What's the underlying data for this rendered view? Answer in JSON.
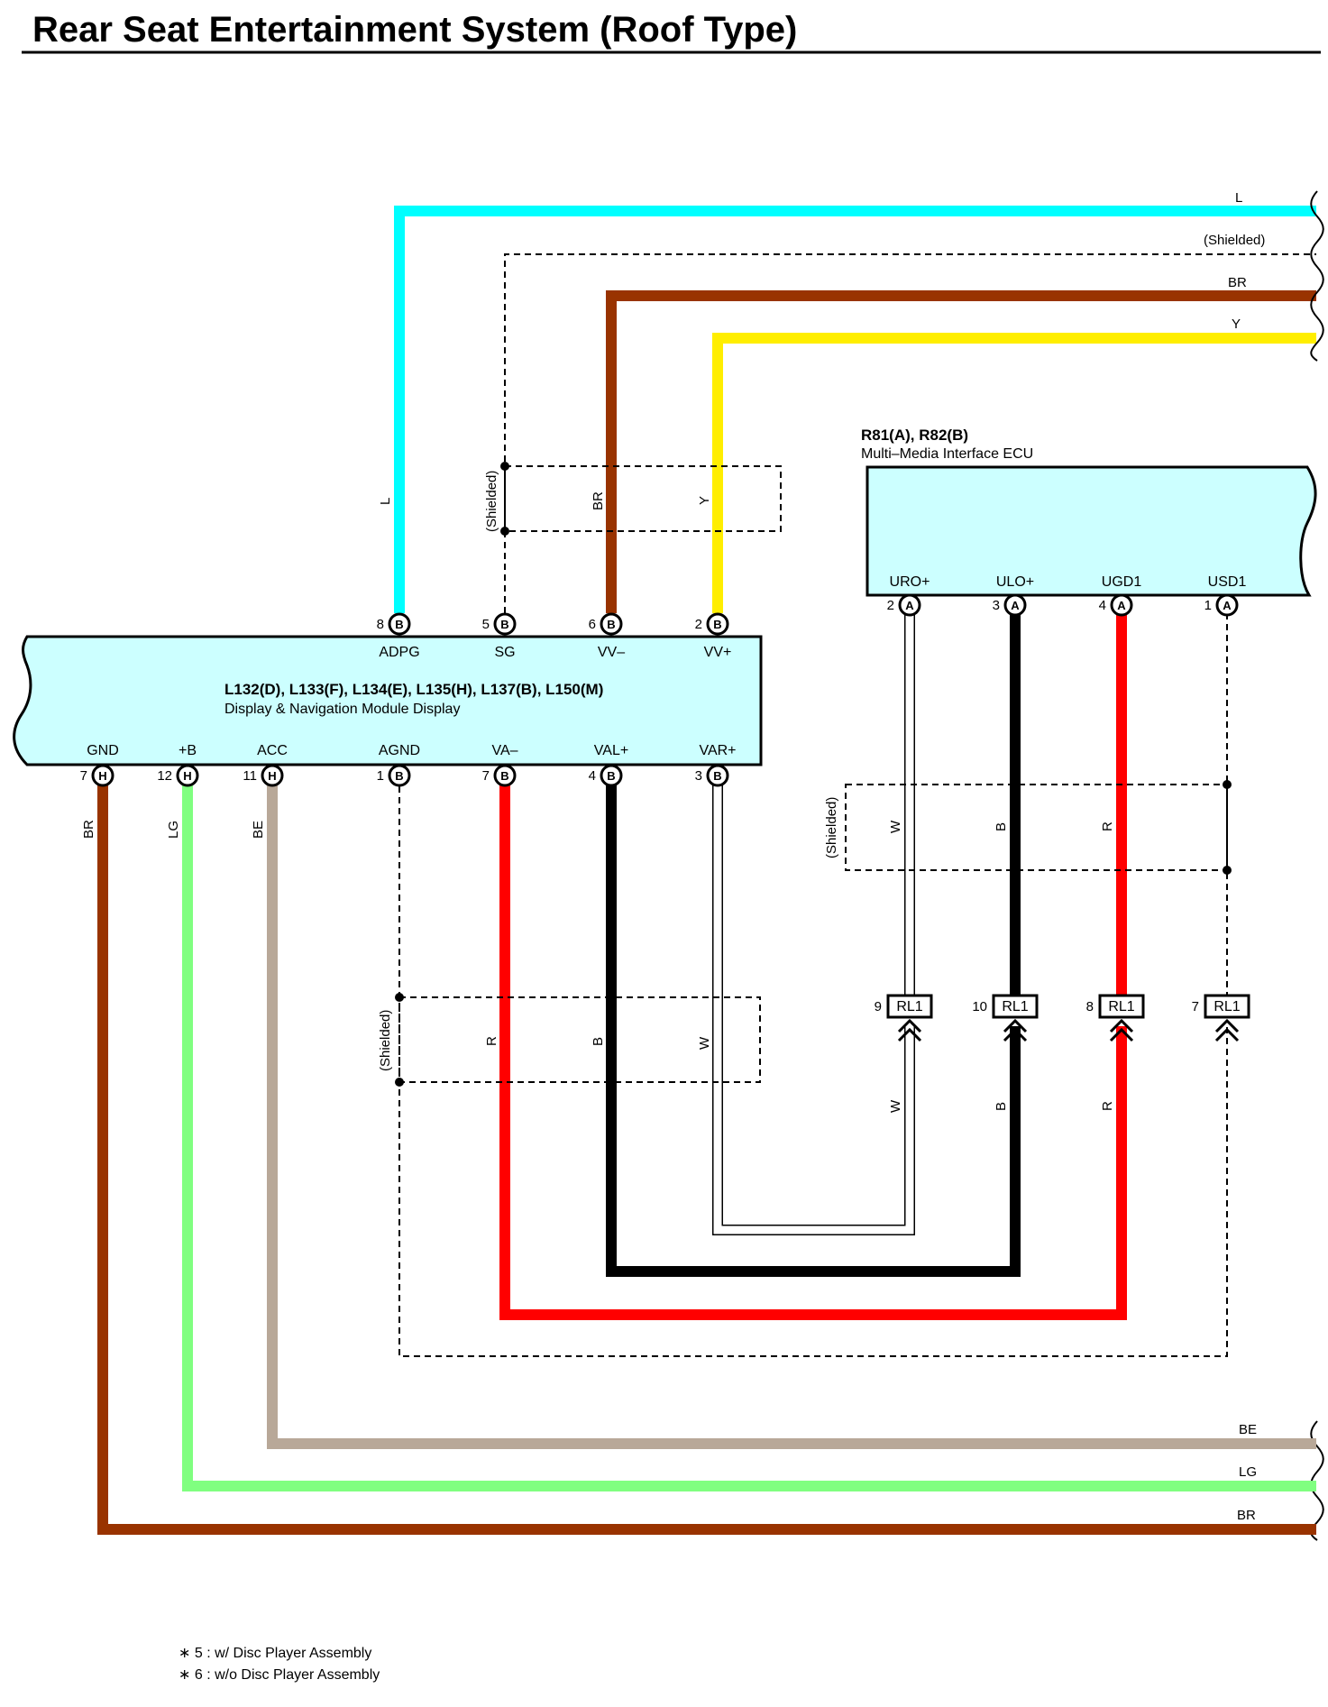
{
  "title": "Rear Seat Entertainment System (Roof Type)",
  "colors": {
    "L": "#00ffff",
    "BR": "#993300",
    "Y": "#ffee00",
    "B": "#000000",
    "R": "#ff0000",
    "LG": "#80ff80",
    "BE": "#b8a898",
    "W": "#ffffff",
    "module_fill": "#ccffff"
  },
  "display_module": {
    "codes": "L132(D), L133(F), L134(E), L135(H), L137(B), L150(M)",
    "name": "Display & Navigation Module Display",
    "top_pins": [
      {
        "num": "8",
        "conn": "B",
        "signal": "ADPG"
      },
      {
        "num": "5",
        "conn": "B",
        "signal": "SG"
      },
      {
        "num": "6",
        "conn": "B",
        "signal": "VV–"
      },
      {
        "num": "2",
        "conn": "B",
        "signal": "VV+"
      }
    ],
    "bottom_pins": [
      {
        "num": "7",
        "conn": "H",
        "signal": "GND"
      },
      {
        "num": "12",
        "conn": "H",
        "signal": "+B"
      },
      {
        "num": "11",
        "conn": "H",
        "signal": "ACC"
      },
      {
        "num": "1",
        "conn": "B",
        "signal": "AGND"
      },
      {
        "num": "7",
        "conn": "B",
        "signal": "VA–"
      },
      {
        "num": "4",
        "conn": "B",
        "signal": "VAL+"
      },
      {
        "num": "3",
        "conn": "B",
        "signal": "VAR+"
      }
    ]
  },
  "ecu": {
    "codes": "R81(A), R82(B)",
    "name": "Multi–Media Interface ECU",
    "pins": [
      {
        "num": "2",
        "conn": "A",
        "signal": "URO+"
      },
      {
        "num": "3",
        "conn": "A",
        "signal": "ULO+"
      },
      {
        "num": "4",
        "conn": "A",
        "signal": "UGD1"
      },
      {
        "num": "1",
        "conn": "A",
        "signal": "USD1"
      }
    ]
  },
  "rl1_connectors": [
    {
      "num": "9",
      "label": "RL1"
    },
    {
      "num": "10",
      "label": "RL1"
    },
    {
      "num": "8",
      "label": "RL1"
    },
    {
      "num": "7",
      "label": "RL1"
    }
  ],
  "wire_labels": {
    "top_right": [
      "L",
      "(Shielded)",
      "BR",
      "Y"
    ],
    "top_vertical": [
      "L",
      "(Shielded)",
      "BR",
      "Y"
    ],
    "bottom_left_vertical": [
      "BR",
      "LG",
      "BE"
    ],
    "lower_shield": [
      "(Shielded)",
      "R",
      "B",
      "W"
    ],
    "ecu_shield": [
      "(Shielded)",
      "W",
      "B",
      "R"
    ],
    "below_rl1": [
      "W",
      "B",
      "R"
    ],
    "bottom_right": [
      "BE",
      "LG",
      "BR"
    ]
  },
  "notes": [
    "∗ 5 : w/ Disc Player Assembly",
    "∗ 6 : w/o Disc Player Assembly"
  ]
}
